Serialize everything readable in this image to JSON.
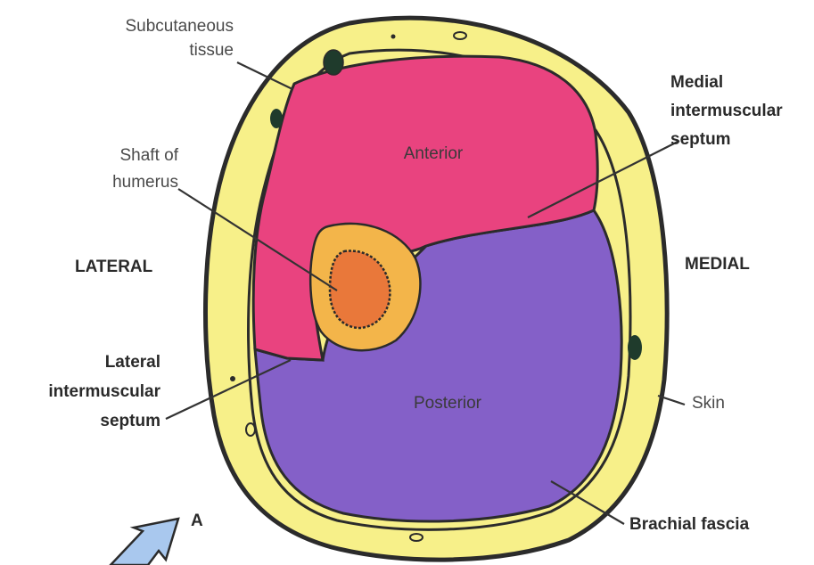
{
  "labels": {
    "subcutaneous_line1": "Subcutaneous",
    "subcutaneous_line2": "tissue",
    "medial_septum_line1": "Medial",
    "medial_septum_line2": "intermuscular",
    "medial_septum_line3": "septum",
    "shaft_line1": "Shaft of",
    "shaft_line2": "humerus",
    "lateral": "LATERAL",
    "medial": "MEDIAL",
    "anterior": "Anterior",
    "posterior": "Posterior",
    "lateral_septum_line1": "Lateral",
    "lateral_septum_line2": "intermuscular",
    "lateral_septum_line3": "septum",
    "skin": "Skin",
    "brachial_fascia": "Brachial fascia",
    "view_marker": "A"
  },
  "colors": {
    "skin_fill": "#f7f089",
    "outline": "#2b2b2b",
    "anterior_compartment": "#e9437f",
    "posterior_compartment": "#8460c8",
    "bone_outer": "#f3b54a",
    "bone_inner": "#e9783a",
    "vessel": "#1f3b2c",
    "arrow_fill": "#a9c8ee"
  }
}
